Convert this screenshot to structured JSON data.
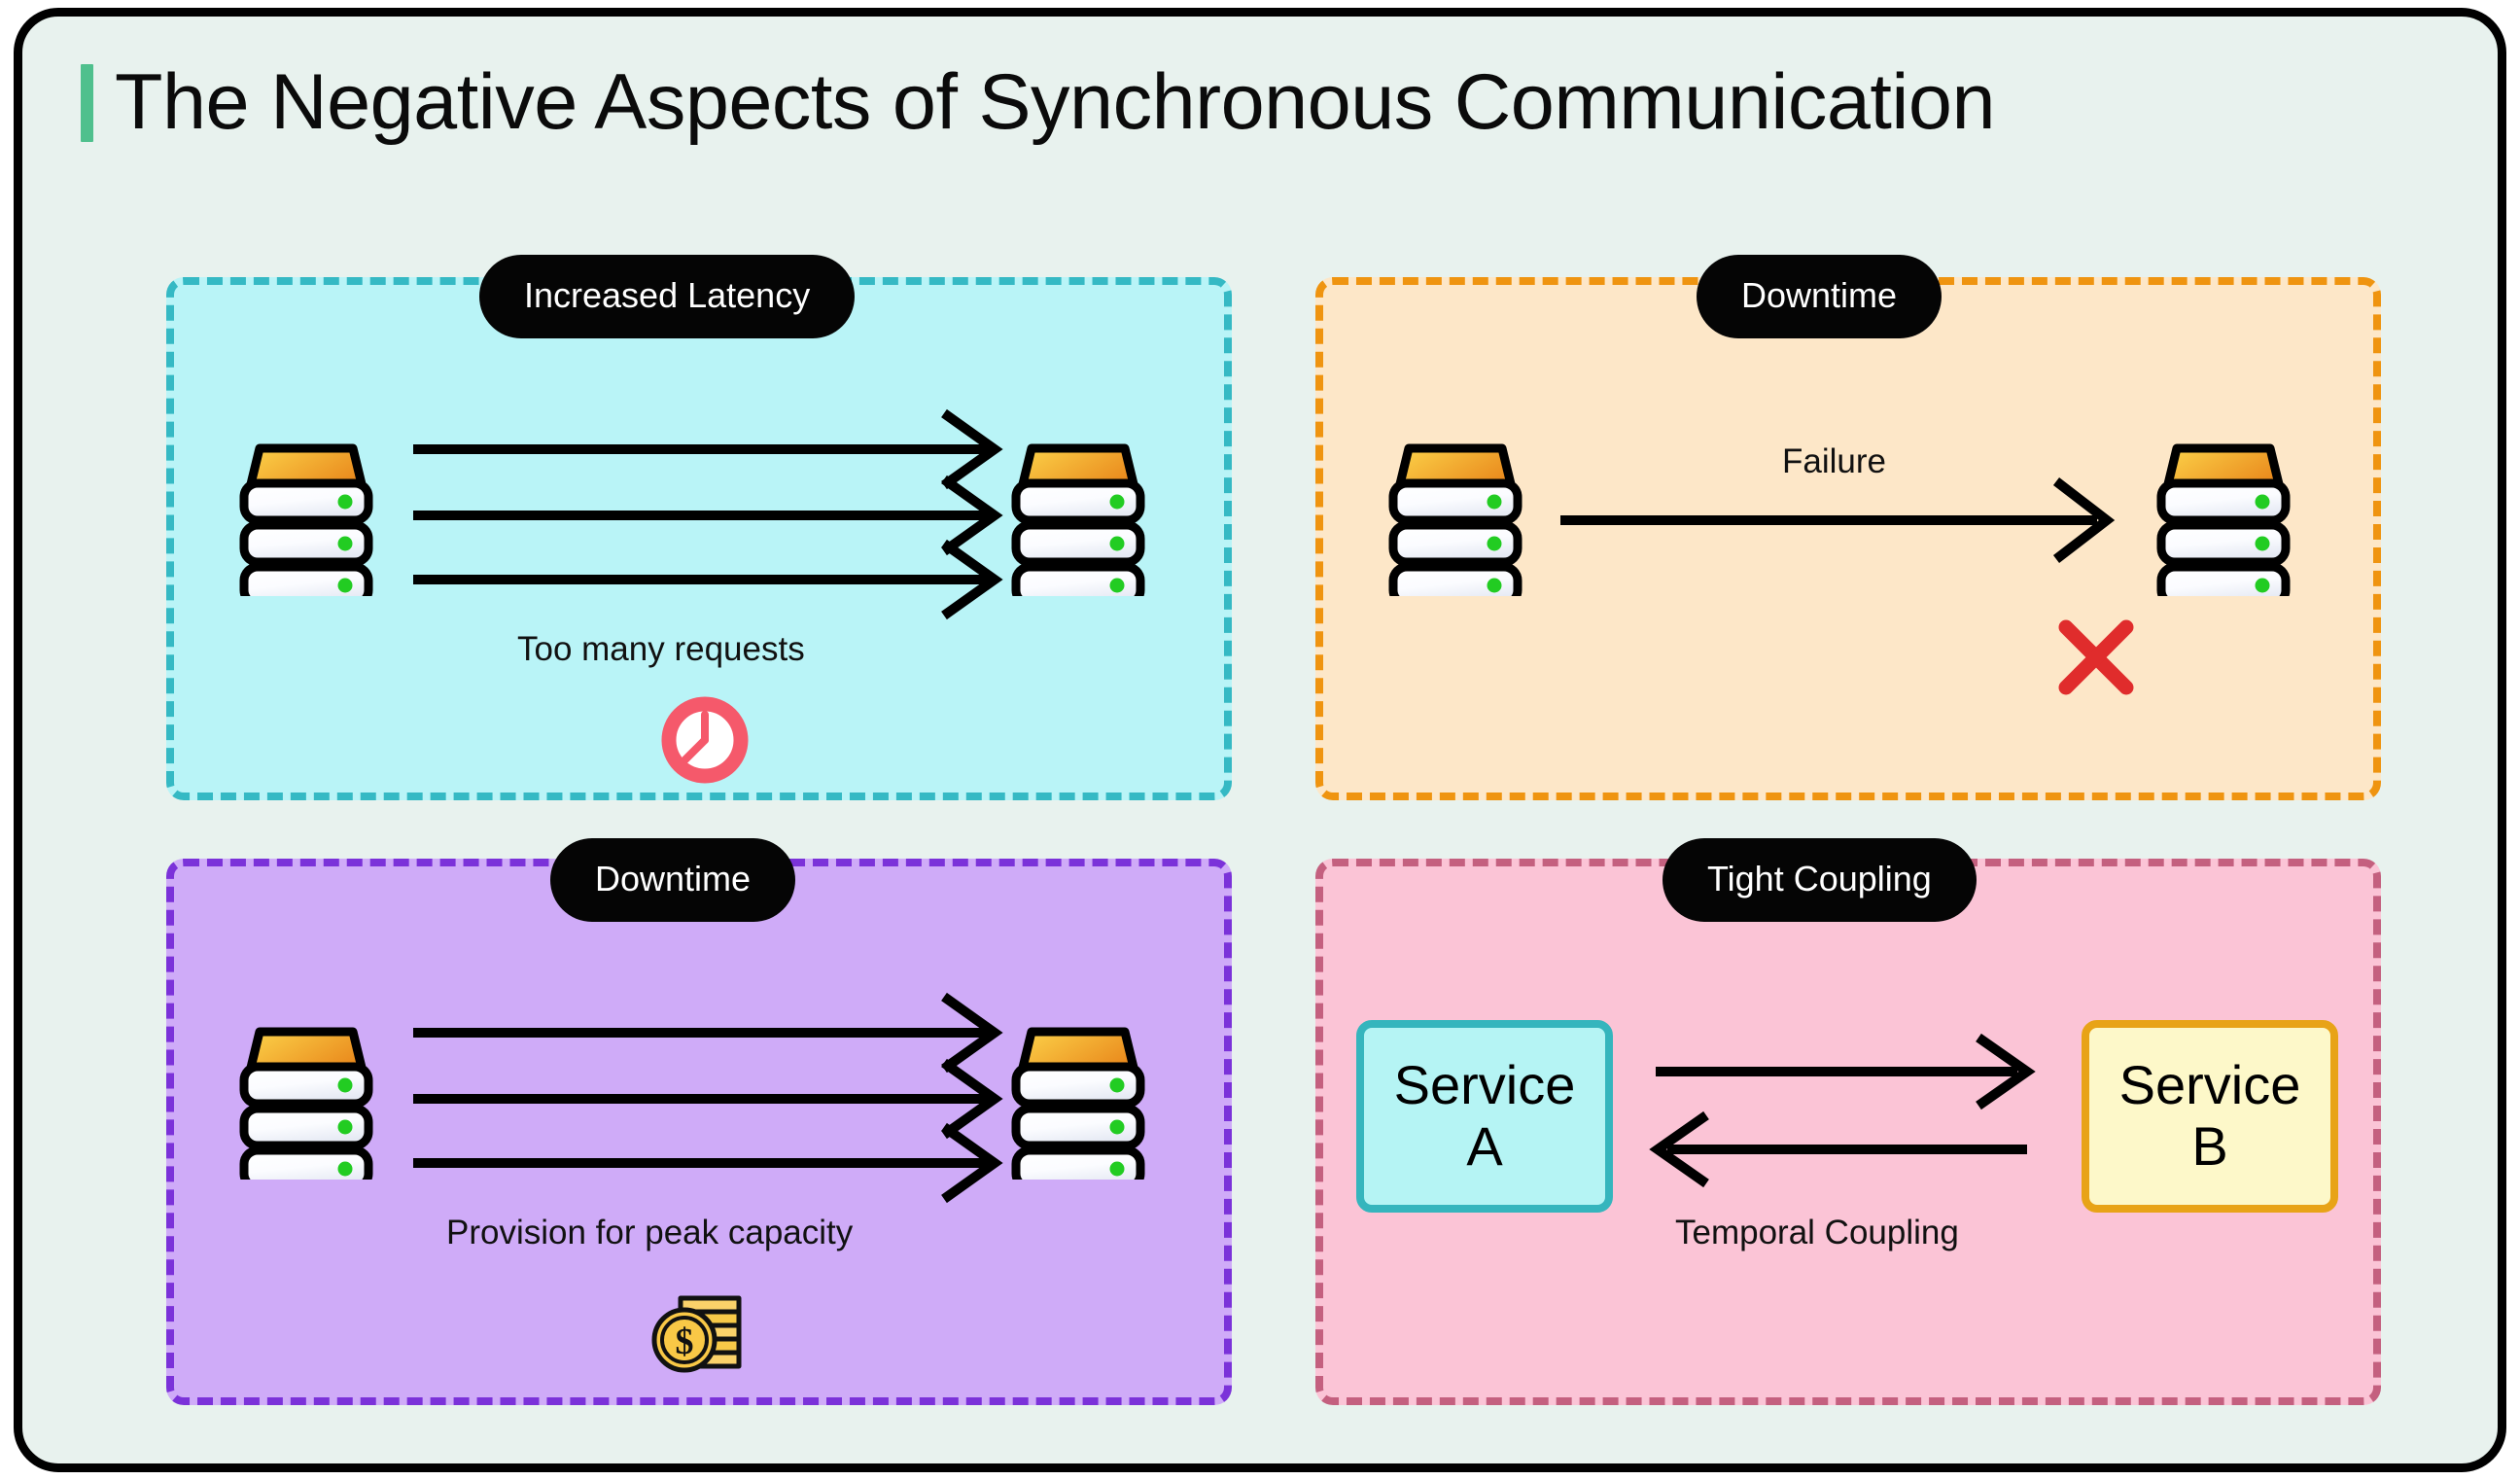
{
  "page": {
    "title": "The Negative Aspects of Synchronous Communication",
    "accent_bar_color": "#4fc08d",
    "background_color": "#e8f2ee",
    "frame_border_color": "#000000"
  },
  "panels": [
    {
      "id": "increased-latency",
      "badge": "Increased Latency",
      "caption": "Too many requests",
      "fill_color": "#b9f4f7",
      "border_color": "#35b9c4",
      "arrow_count": 3,
      "icon": "clock-icon",
      "nodes": [
        "server-icon",
        "server-icon"
      ]
    },
    {
      "id": "downtime",
      "badge": "Downtime",
      "caption": "Failure",
      "fill_color": "#fde7c8",
      "border_color": "#ef9410",
      "arrow_count": 1,
      "icon": "red-x-icon",
      "nodes": [
        "server-icon",
        "server-icon"
      ]
    },
    {
      "id": "cost",
      "badge": "Downtime",
      "caption": "Provision for peak capacity",
      "fill_color": "#cfabf8",
      "border_color": "#7b32d9",
      "arrow_count": 3,
      "icon": "money-coins-icon",
      "nodes": [
        "server-icon",
        "server-icon"
      ]
    },
    {
      "id": "tight-coupling",
      "badge": "Tight Coupling",
      "caption": "Temporal Coupling",
      "fill_color": "#fbc4d6",
      "border_color": "#c4607f",
      "arrow_count": 2,
      "icon": "none",
      "service_a": {
        "line1": "Service",
        "line2": "A",
        "fill": "#b5f4f4",
        "border": "#35b5bd"
      },
      "service_b": {
        "line1": "Service",
        "line2": "B",
        "fill": "#fdf8c9",
        "border": "#e8a317"
      }
    }
  ],
  "colors": {
    "server_top_gradient_start": "#fcd34a",
    "server_top_gradient_end": "#ea8c1e",
    "server_led": "#22cc22",
    "arrow": "#000000",
    "red_x": "#e02c2c",
    "clock_ring": "#f5596b",
    "coin_gold": "#f7c948"
  }
}
